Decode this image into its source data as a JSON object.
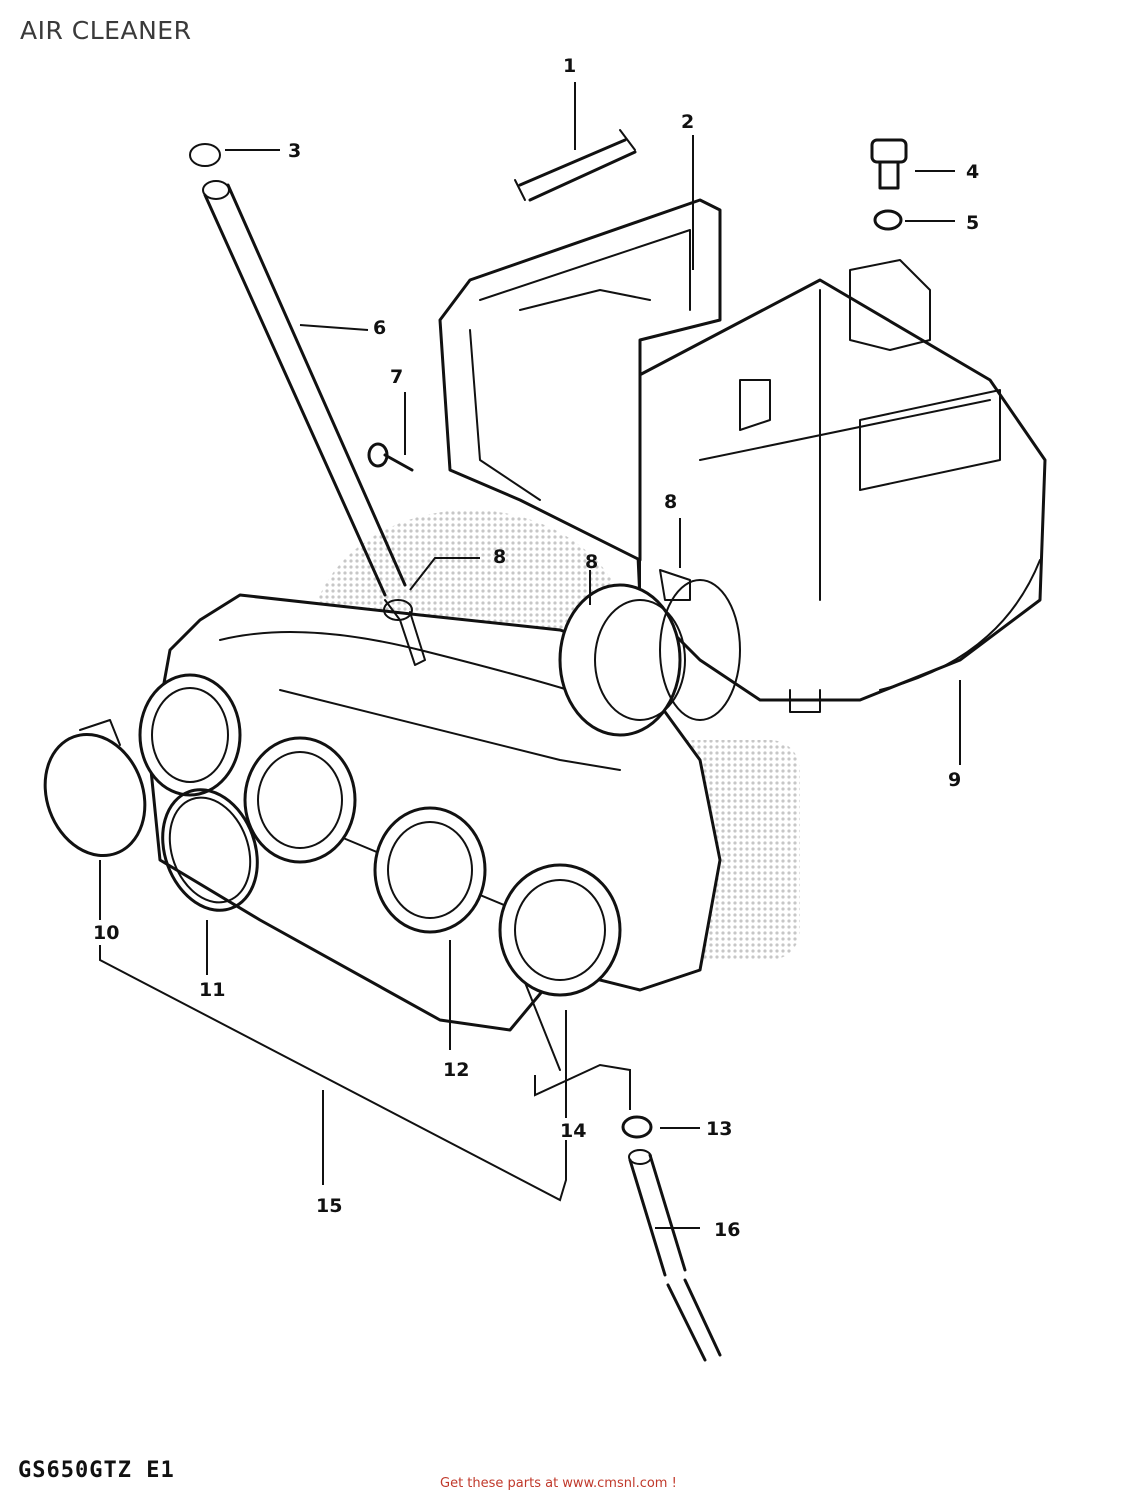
{
  "title": "AIR CLEANER",
  "model_code": "GS650GTZ E1",
  "footer_link": "Get these parts at www.cmsnl.com !",
  "callouts": [
    "1",
    "2",
    "3",
    "4",
    "5",
    "6",
    "7",
    "8",
    "8",
    "8",
    "9",
    "10",
    "11",
    "12",
    "13",
    "14",
    "15",
    "16"
  ]
}
